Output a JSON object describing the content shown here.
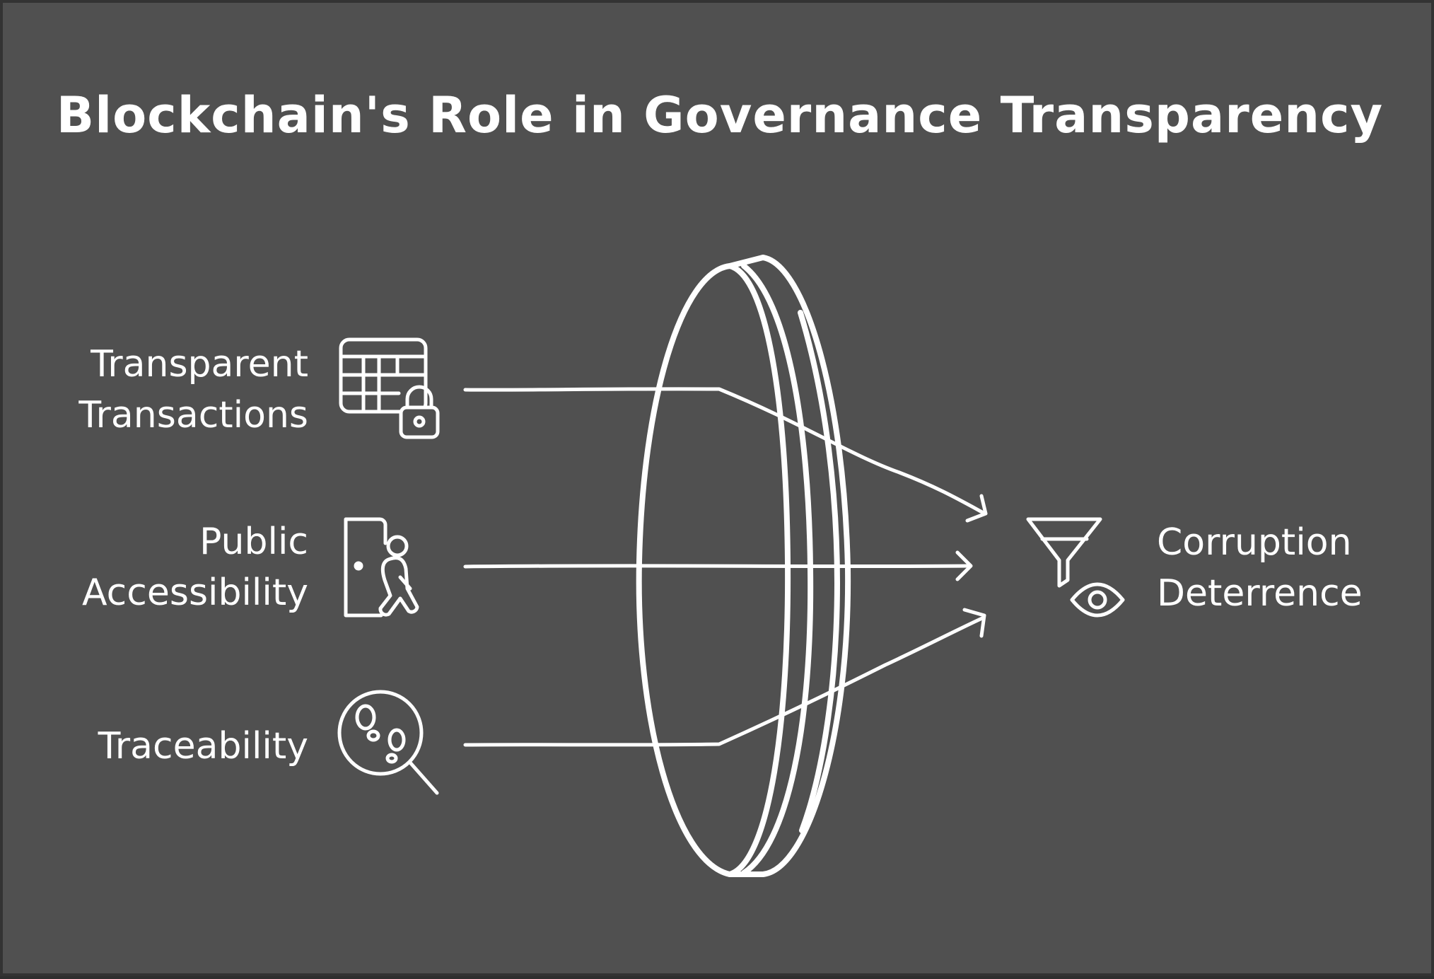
{
  "title": "Blockchain's Role in Governance Transparency",
  "inputs": [
    {
      "line1": "Transparent",
      "line2": "Transactions",
      "icon": "table-lock-icon"
    },
    {
      "line1": "Public",
      "line2": "Accessibility",
      "icon": "door-person-icon"
    },
    {
      "line1": "",
      "line2": "Traceability",
      "icon": "magnifier-footprints-icon"
    }
  ],
  "lens": {
    "icon": "lens-icon"
  },
  "output": {
    "line1": "Corruption",
    "line2": "Deterrence",
    "icon": "funnel-eye-icon"
  },
  "colors": {
    "background": "#505050",
    "stroke": "#ffffff",
    "border": "#333333"
  }
}
